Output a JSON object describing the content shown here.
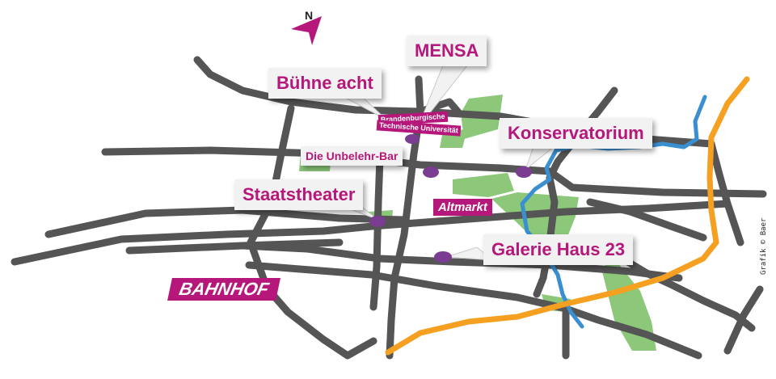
{
  "north_marker": "N",
  "places": {
    "buehne_acht": "Bühne acht",
    "mensa": "MENSA",
    "unbelehr_bar": "Die Unbelehr-Bar",
    "konservatorium": "Konservatorium",
    "staatstheater": "Staatstheater",
    "galerie": "Galerie Haus 23"
  },
  "areas": {
    "btu": [
      "Brandenburgische",
      "Technische Universität"
    ],
    "altmarkt": "Altmarkt",
    "bahnhof": "BAHNHOF"
  },
  "credit": "Grafik © Baer",
  "colors": {
    "road": "#555555",
    "park": "#8cc77a",
    "river": "#3a8fd0",
    "railway": "#f5a020",
    "accent": "#b5177a",
    "marker": "#7a3d92"
  }
}
